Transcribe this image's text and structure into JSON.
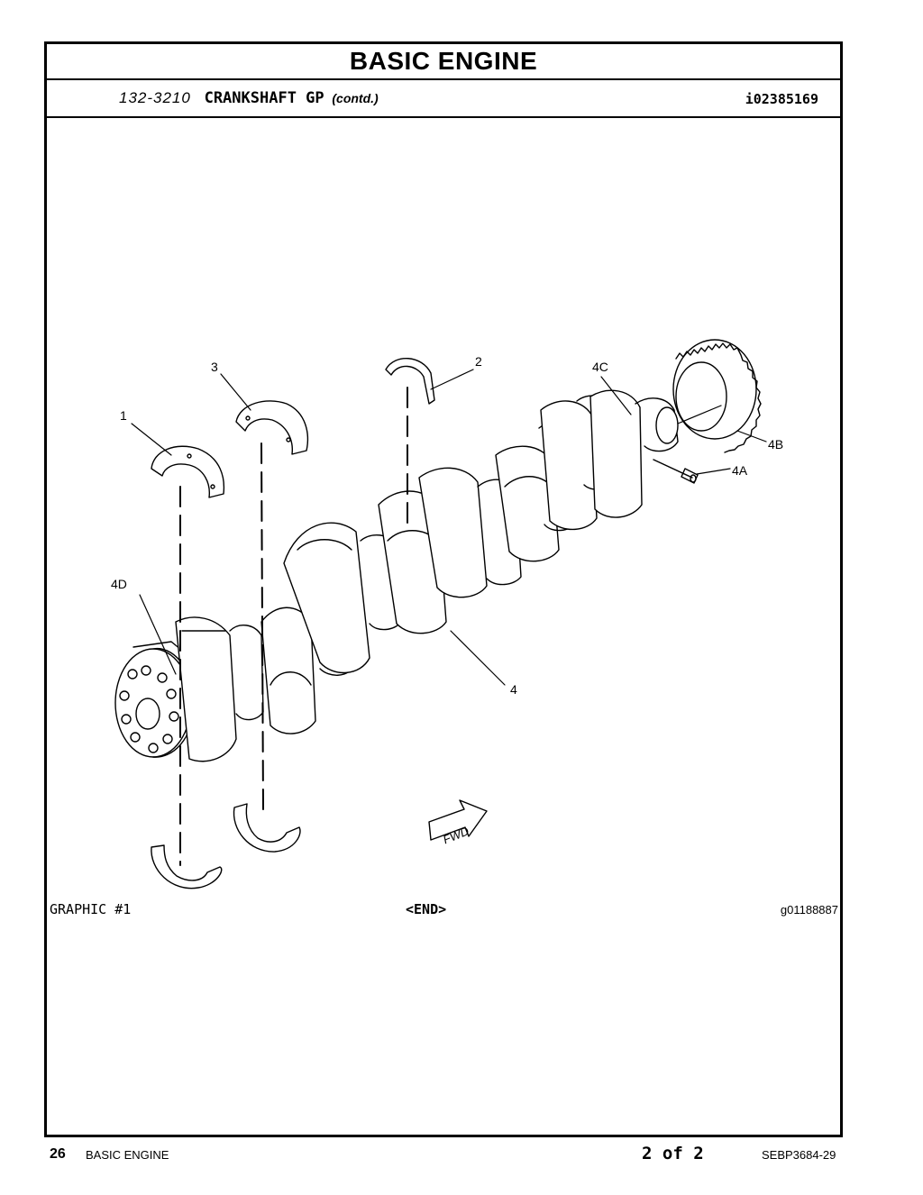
{
  "header": {
    "title": "BASIC ENGINE",
    "part_number": "132-3210",
    "part_name": "CRANKSHAFT GP",
    "contd": "(contd.)",
    "illustration_id": "i02385169"
  },
  "illustration": {
    "callouts": [
      "1",
      "2",
      "3",
      "4",
      "4A",
      "4B",
      "4C",
      "4D"
    ],
    "fwd_label": "FWD",
    "graphic_label": "GRAPHIC #1",
    "end_label": "<END>",
    "graphic_number": "g01188887"
  },
  "footer": {
    "page_number": "26",
    "section": "BASIC ENGINE",
    "page_of": "2 of 2",
    "document_number": "SEBP3684-29"
  }
}
